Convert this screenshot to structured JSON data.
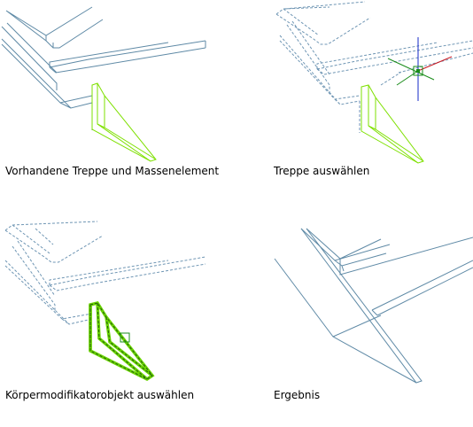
{
  "panels": [
    {
      "caption": "Vorhandene Treppe und Massenelement"
    },
    {
      "caption": "Treppe auswählen"
    },
    {
      "caption": "Körpermodifikatorobjekt auswählen"
    },
    {
      "caption": "Ergebnis"
    }
  ],
  "colors": {
    "stair_line": "#5f8aa6",
    "mass_element": "#7ee000",
    "grip": "#1a8c1a",
    "ucs_x": "#c8141e",
    "ucs_y": "#1428c8",
    "ucs_z": "#1a8c1a"
  },
  "icons": {
    "grip": "square-grip-icon",
    "ucs": "ucs-axes-icon"
  }
}
